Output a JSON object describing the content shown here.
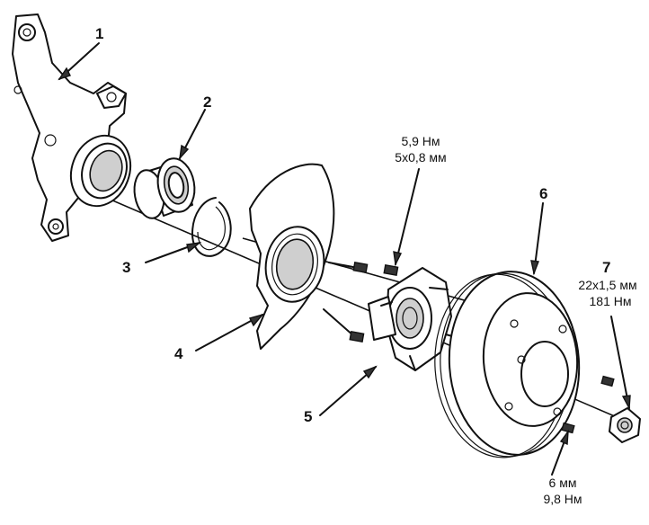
{
  "callouts": {
    "p1": "1",
    "p2": "2",
    "p3": "3",
    "p4": "4",
    "p5": "5",
    "p6": "6",
    "p7": "7"
  },
  "specs": {
    "bolt_torque": "5,9 Нм",
    "bolt_size": "5x0,8 мм",
    "nut_size": "22x1,5 мм",
    "nut_torque": "181 Нм",
    "screw_size": "6 мм",
    "screw_torque": "9,8 Нм"
  },
  "colors": {
    "line": "#111111",
    "background": "#ffffff"
  }
}
